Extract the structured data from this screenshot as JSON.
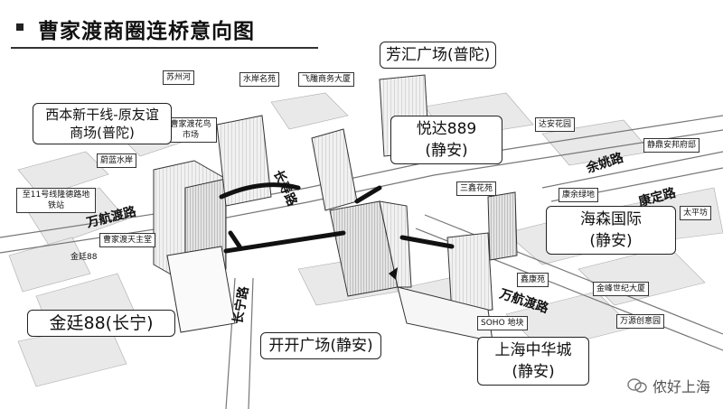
{
  "title": "曹家渡商圈连桥意向图",
  "small_labels": {
    "suzhou_river": "苏州河",
    "shuian_mingyuan": "水岸名苑",
    "feidiao": "飞雕商务大厦",
    "caojiadu_market": "曹家渡花鸟市场",
    "weilan_shuian": "蔚蓝水岸",
    "metro": "至11号线隆德路地铁站",
    "tianzhutang": "曹家渡天主堂",
    "jinting_small": "金廷88",
    "daan_garden": "达安花园",
    "jingding": "静鼎安邦府邸",
    "sanxin": "三鑫花苑",
    "kangyu": "康余绿地",
    "taipingfang": "太平坊",
    "xinkang": "鑫康苑",
    "jinfeng": "金峰世纪大厦",
    "soho": "SOHO 地块",
    "wanyuan": "万源创意园"
  },
  "callouts": {
    "fanghui": "芳汇广场(普陀)",
    "xiben": "西本新干线-原友谊商场(普陀)",
    "yueda_line1": "悦达889",
    "yueda_line2": "(静安)",
    "haisen_line1": "海森国际",
    "haisen_line2": "(静安)",
    "jinting": "金廷88(长宁)",
    "kaikai": "开开广场(静安)",
    "zhonghua_line1": "上海中华城",
    "zhonghua_line2": "(静安)"
  },
  "roads": {
    "wanhangdu_west": "万航渡路",
    "changshou": "长寿路",
    "yuyao": "余姚路",
    "kangding": "康定路",
    "changning": "长宁路",
    "wanhangdu_east": "万航渡路"
  },
  "watermark": "侬好上海"
}
